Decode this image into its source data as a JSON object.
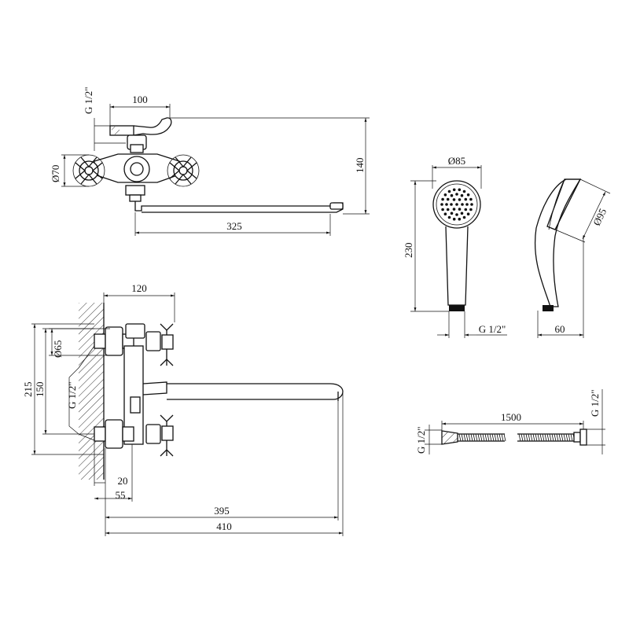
{
  "diagram": {
    "top_view": {
      "thread_label": "G 1/2\"",
      "dim_width_100": "100",
      "dim_height_140": "140",
      "dim_diameter_70": "Ø70",
      "dim_spout_325": "325"
    },
    "side_view": {
      "dim_depth_120": "120",
      "dim_diameter_65": "Ø65",
      "thread_label": "G 1/2\"",
      "dim_215": "215",
      "dim_150": "150",
      "dim_20": "20",
      "dim_55": "55",
      "dim_395": "395",
      "dim_410": "410"
    },
    "shower_head": {
      "dim_diameter_85": "Ø85",
      "dim_length_230": "230",
      "thread_label": "G 1/2\"",
      "dim_diameter_95": "Ø95",
      "dim_depth_60": "60"
    },
    "hose": {
      "thread_left": "G 1/2\"",
      "dim_length_1500": "1500",
      "thread_right": "G 1/2\""
    }
  }
}
